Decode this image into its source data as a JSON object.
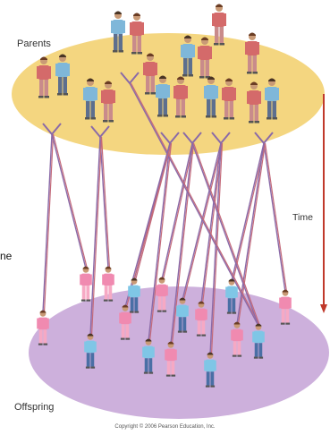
{
  "labels": {
    "parents": "Parents",
    "offspring": "Offspring",
    "time": "Time",
    "cut_text": "ne",
    "copyright": "Copyright © 2006 Pearson Education, Inc."
  },
  "colors": {
    "parents_ellipse": "#f4d680",
    "offspring_ellipse": "#cdb0dc",
    "time_arrow": "#c0392b",
    "line_a": "#8a6aa8",
    "line_b": "#c46a7a",
    "female_top": "#d46a6a",
    "female_pants": "#c98b8b",
    "male_top": "#7fb7d9",
    "male_pants": "#5d6f8e",
    "girl_top": "#f08ab0",
    "boy_top": "#7fc6e6"
  },
  "icons": [
    "female-parent-icon",
    "male-parent-icon",
    "girl-offspring-icon",
    "boy-offspring-icon"
  ]
}
